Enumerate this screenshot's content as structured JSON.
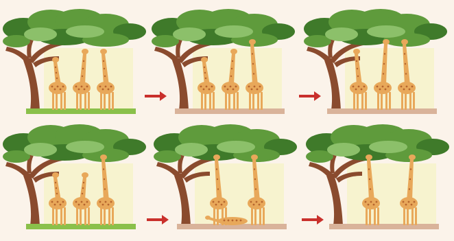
{
  "rows": [
    {
      "panels": [
        {
          "ground": "grass",
          "giraffes": [
            {
              "neck": "short",
              "pose": "standing"
            },
            {
              "neck": "medium",
              "pose": "standing"
            },
            {
              "neck": "medium",
              "pose": "standing"
            }
          ]
        },
        {
          "ground": "bare",
          "giraffes": [
            {
              "neck": "short",
              "pose": "standing"
            },
            {
              "neck": "medium",
              "pose": "standing"
            },
            {
              "neck": "long",
              "pose": "standing"
            }
          ]
        },
        {
          "ground": "bare",
          "giraffes": [
            {
              "neck": "medium",
              "pose": "standing"
            },
            {
              "neck": "long",
              "pose": "standing"
            },
            {
              "neck": "long",
              "pose": "standing"
            }
          ]
        }
      ]
    },
    {
      "panels": [
        {
          "ground": "grass",
          "giraffes": [
            {
              "neck": "short",
              "pose": "standing"
            },
            {
              "neck": "short",
              "pose": "standing"
            },
            {
              "neck": "long",
              "pose": "standing"
            }
          ]
        },
        {
          "ground": "bare",
          "giraffes": [
            {
              "neck": "long",
              "pose": "standing"
            },
            {
              "neck": "short",
              "pose": "lying"
            },
            {
              "neck": "long",
              "pose": "standing"
            }
          ]
        },
        {
          "ground": "bare",
          "giraffes": [
            {
              "neck": "long",
              "pose": "standing"
            },
            {
              "neck": "long",
              "pose": "standing"
            }
          ]
        }
      ]
    }
  ],
  "arrows": [
    "right-arrow",
    "right-arrow",
    "right-arrow",
    "right-arrow"
  ],
  "colors": {
    "background": "#fbf3ea",
    "canopy": "#5f9b3c",
    "canopy_dark": "#3f7a2a",
    "canopy_light": "#8cc06a",
    "trunk": "#8a4b2e",
    "sky": "#f7f3cf",
    "grass": "#8ac04a",
    "soil": "#d9b39a",
    "giraffe": "#e8a85a",
    "giraffe_spot": "#b6652e",
    "arrow": "#c9302c"
  }
}
